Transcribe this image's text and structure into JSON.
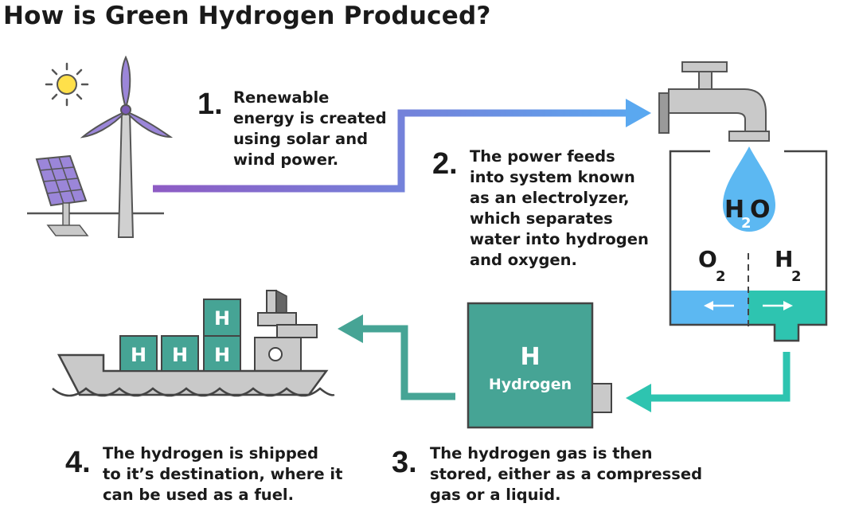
{
  "title": "How is Green Hydrogen Produced?",
  "steps": [
    {
      "number": "1.",
      "lines": [
        "Renewable",
        "energy is created",
        "using solar and",
        "wind power."
      ]
    },
    {
      "number": "2.",
      "lines": [
        "The power feeds",
        "into system known",
        "as an electrolyzer,",
        "which separates",
        "water into hydrogen",
        "and oxygen."
      ]
    },
    {
      "number": "3.",
      "lines": [
        "The hydrogen gas is then",
        "stored, either as a compressed",
        "gas or a liquid."
      ]
    },
    {
      "number": "4.",
      "lines": [
        "The hydrogen is shipped",
        "to it’s destination, where it",
        "can be used as a fuel."
      ]
    }
  ],
  "electrolyzer": {
    "water": {
      "main": "H",
      "sub": "2",
      "tail": "O"
    },
    "oxygen": {
      "main": "O",
      "sub": "2"
    },
    "hydrogen": {
      "main": "H",
      "sub": "2"
    }
  },
  "storage_tank": {
    "symbol": "H",
    "label": "Hydrogen"
  },
  "ship_containers": [
    "H",
    "H",
    "H",
    "H"
  ],
  "colors": {
    "wind_arrow_start": "#8e5bc4",
    "wind_arrow_end": "#5aa8f0",
    "teal": "#46a495",
    "teal_arrow": "#2ec4b0",
    "water_blue": "#5cb8f2",
    "grey": "#c9c9c9"
  }
}
